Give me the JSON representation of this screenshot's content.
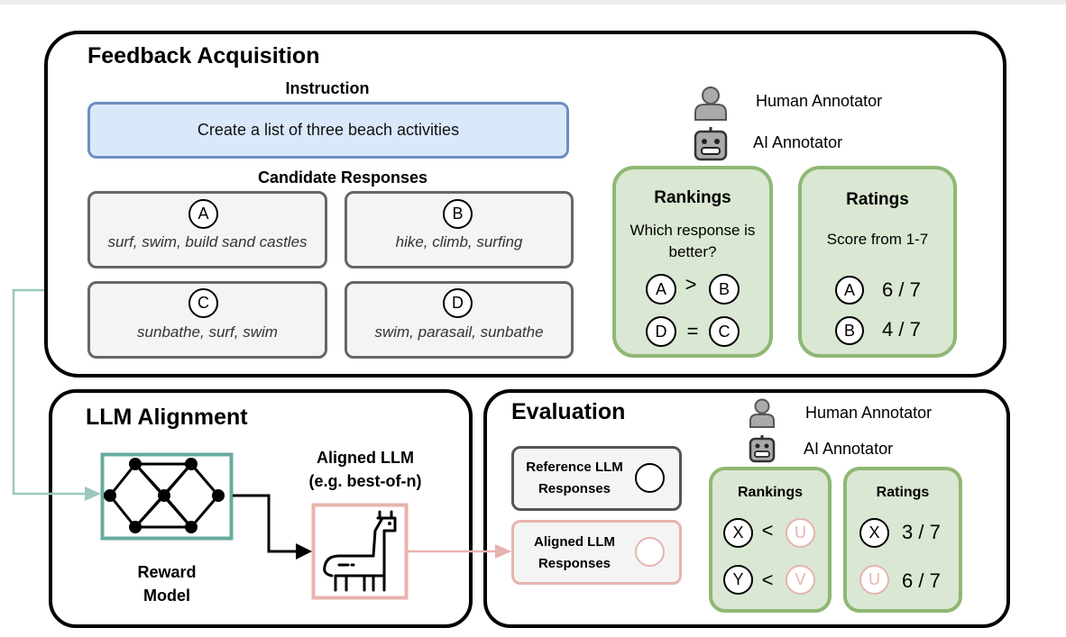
{
  "feedback": {
    "title": "Feedback Acquisition",
    "instruction_label": "Instruction",
    "instruction_text": "Create a list of three beach activities",
    "candidates_label": "Candidate Responses",
    "candidates": [
      {
        "letter": "A",
        "text": "surf, swim, build sand castles"
      },
      {
        "letter": "B",
        "text": "hike, climb, surfing"
      },
      {
        "letter": "C",
        "text": "sunbathe, surf, swim"
      },
      {
        "letter": "D",
        "text": "swim, parasail, sunbathe"
      }
    ],
    "human_annotator": "Human Annotator",
    "ai_annotator": "AI Annotator",
    "rankings": {
      "title": "Rankings",
      "question": "Which response is better?",
      "rows": [
        {
          "left": "A",
          "op": ">",
          "right": "B"
        },
        {
          "left": "D",
          "op": "=",
          "right": "C"
        }
      ]
    },
    "ratings": {
      "title": "Ratings",
      "subtitle": "Score from 1-7",
      "rows": [
        {
          "label": "A",
          "score": "6 / 7"
        },
        {
          "label": "B",
          "score": "4 / 7"
        }
      ]
    }
  },
  "alignment": {
    "title": "LLM Alignment",
    "reward_model_label": "Reward Model",
    "aligned_llm_label_line1": "Aligned LLM",
    "aligned_llm_label_line2": "(e.g. best-of-n)"
  },
  "evaluation": {
    "title": "Evaluation",
    "human_annotator": "Human Annotator",
    "ai_annotator": "AI Annotator",
    "reference_label": "Reference LLM Responses",
    "aligned_label": "Aligned LLM Responses",
    "rankings": {
      "title": "Rankings",
      "rows": [
        {
          "left": "X",
          "op": "<",
          "right": "U"
        },
        {
          "left": "Y",
          "op": "<",
          "right": "V"
        }
      ]
    },
    "ratings": {
      "title": "Ratings",
      "rows": [
        {
          "label": "X",
          "score": "3 / 7"
        },
        {
          "label": "U",
          "score": "6 / 7"
        }
      ]
    }
  },
  "colors": {
    "instruction_fill": "#dae8fc",
    "instruction_border": "#6c8ebf",
    "green_fill": "#dae7d2",
    "green_border": "#8fb873",
    "teal_border": "#67ab9f",
    "teal_arrow": "#9ac7bf",
    "pink": "#e7b3ae"
  }
}
